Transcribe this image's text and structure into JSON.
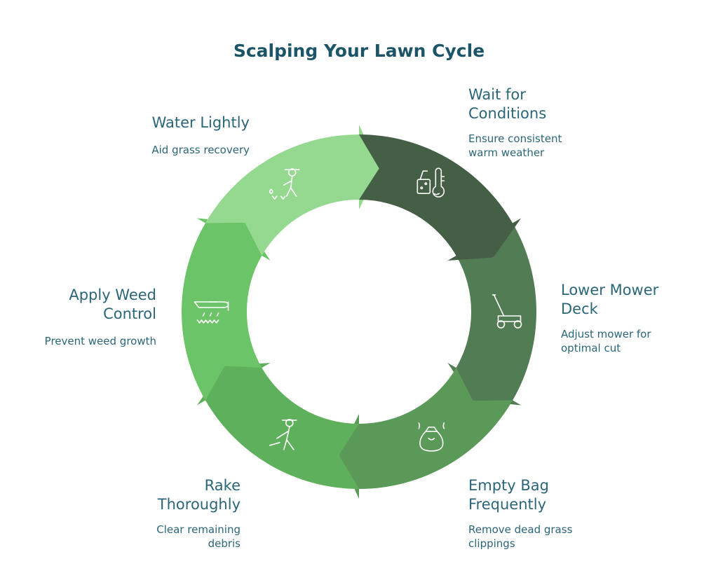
{
  "title": "Scalping Your Lawn Cycle",
  "colors": {
    "title_text": "#1d5568",
    "step_text": "#2b6678",
    "icon_stroke": "#ffffff"
  },
  "steps": [
    {
      "title_lines": [
        "Wait for",
        "Conditions"
      ],
      "desc_lines": [
        "Ensure consistent",
        "warm weather"
      ],
      "color": "#455f47",
      "icon": "thermometer-icon"
    },
    {
      "title_lines": [
        "Lower Mower",
        "Deck"
      ],
      "desc_lines": [
        "Adjust mower for",
        "optimal cut"
      ],
      "color": "#527c53",
      "icon": "lawn-mower-icon"
    },
    {
      "title_lines": [
        "Empty Bag",
        "Frequently"
      ],
      "desc_lines": [
        "Remove dead grass",
        "clippings"
      ],
      "color": "#5b9959",
      "icon": "grass-bag-icon"
    },
    {
      "title_lines": [
        "Rake",
        "Thoroughly"
      ],
      "desc_lines": [
        "Clear remaining",
        "debris"
      ],
      "color": "#5fb05c",
      "icon": "raking-gardener-icon"
    },
    {
      "title_lines": [
        "Apply Weed",
        "Control"
      ],
      "desc_lines": [
        "Prevent weed growth"
      ],
      "color": "#6cc468",
      "icon": "crop-duster-icon"
    },
    {
      "title_lines": [
        "Water Lightly"
      ],
      "desc_lines": [
        "Aid grass recovery"
      ],
      "color": "#95d990",
      "icon": "watering-gardener-icon"
    }
  ]
}
